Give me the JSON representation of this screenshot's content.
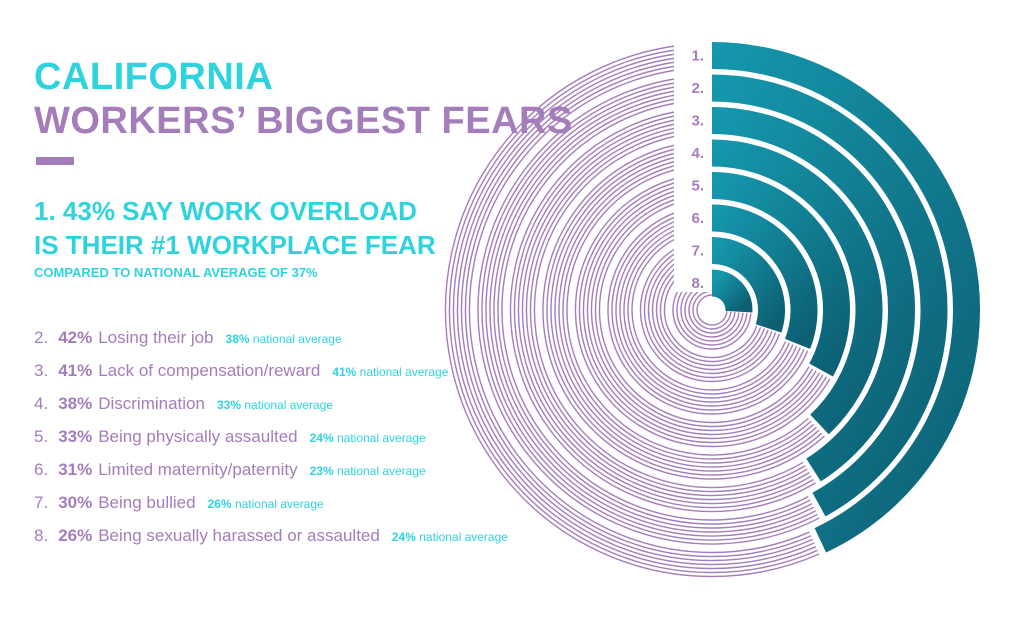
{
  "title_line1": "CALIFORNIA",
  "title_line2": "WORKERS’ BIGGEST FEARS",
  "lead_line1": "1. 43% SAY WORK OVERLOAD",
  "lead_line2": "IS THEIR #1 WORKPLACE FEAR",
  "lead_sub": "COMPARED TO NATIONAL AVERAGE OF  37%",
  "national_suffix": "national average",
  "colors": {
    "accent_cyan": "#2fd3dd",
    "accent_purple": "#a47dbb",
    "photo_teal": "#127f94"
  },
  "chart_data": {
    "type": "radial-bar",
    "categories": [
      "1.",
      "2.",
      "3.",
      "4.",
      "5.",
      "6.",
      "7.",
      "8."
    ],
    "series": [
      {
        "values": [
          43,
          42,
          41,
          38,
          33,
          31,
          30,
          26
        ]
      },
      {
        "values": [
          37,
          38,
          41,
          33,
          24,
          23,
          26,
          24
        ]
      }
    ]
  },
  "fears": [
    {
      "num": "2.",
      "pct": "42%",
      "label": "Losing their job",
      "national": "38%"
    },
    {
      "num": "3.",
      "pct": "41%",
      "label": "Lack of compensation/reward",
      "national": "41%"
    },
    {
      "num": "4.",
      "pct": "38%",
      "label": "Discrimination",
      "national": "33%"
    },
    {
      "num": "5.",
      "pct": "33%",
      "label": "Being physically assaulted",
      "national": "24%"
    },
    {
      "num": "6.",
      "pct": "31%",
      "label": "Limited maternity/paternity",
      "national": "23%"
    },
    {
      "num": "7.",
      "pct": "30%",
      "label": "Being bullied",
      "national": "26%"
    },
    {
      "num": "8.",
      "pct": "26%",
      "label": "Being sexually harassed or assaulted",
      "national": "24%"
    }
  ]
}
